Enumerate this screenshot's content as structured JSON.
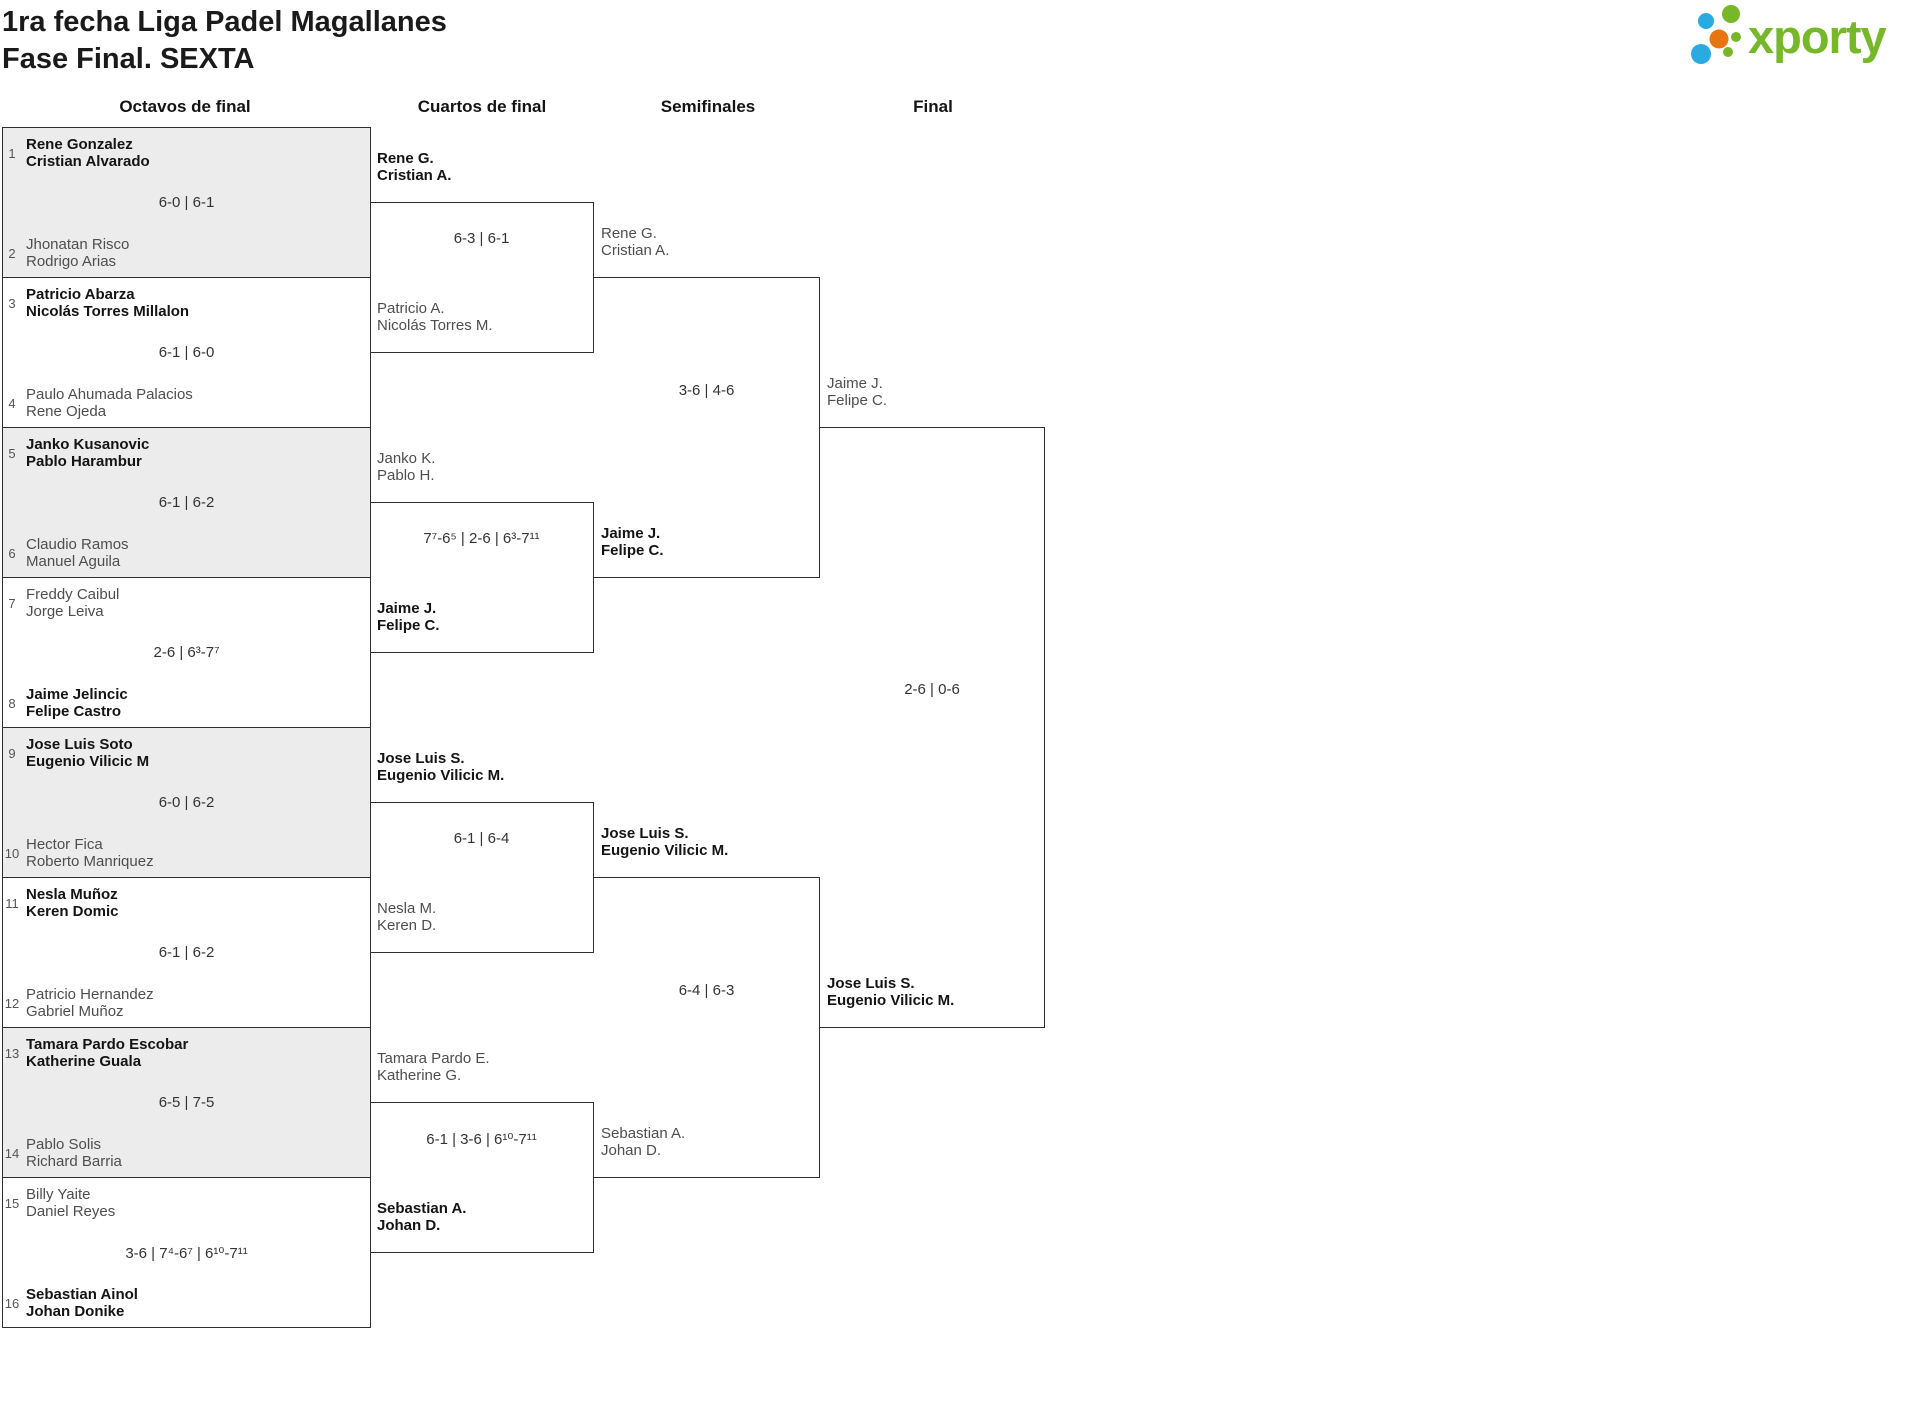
{
  "title": {
    "line1": "1ra fecha Liga Padel Magallanes",
    "line2": "Fase Final. SEXTA"
  },
  "logo": {
    "text": "xporty",
    "colors": {
      "green": "#76b82a",
      "blue": "#29abe2",
      "orange": "#e87511"
    }
  },
  "round_headers": [
    "Octavos de final",
    "Cuartos de final",
    "Semifinales",
    "Final"
  ],
  "octavos": [
    {
      "seed_top": "1",
      "team_top": [
        "Rene Gonzalez",
        "Cristian Alvarado"
      ],
      "seed_bottom": "2",
      "team_bottom": [
        "Jhonatan Risco",
        "Rodrigo Arias"
      ],
      "score": "6-0 | 6-1",
      "winner": "top"
    },
    {
      "seed_top": "3",
      "team_top": [
        "Patricio Abarza",
        "Nicolás Torres Millalon"
      ],
      "seed_bottom": "4",
      "team_bottom": [
        "Paulo Ahumada Palacios",
        "Rene Ojeda"
      ],
      "score": "6-1 | 6-0",
      "winner": "top"
    },
    {
      "seed_top": "5",
      "team_top": [
        "Janko Kusanovic",
        "Pablo Harambur"
      ],
      "seed_bottom": "6",
      "team_bottom": [
        "Claudio Ramos",
        "Manuel Aguila"
      ],
      "score": "6-1 | 6-2",
      "winner": "top"
    },
    {
      "seed_top": "7",
      "team_top": [
        "Freddy Caibul",
        "Jorge Leiva"
      ],
      "seed_bottom": "8",
      "team_bottom": [
        "Jaime Jelincic",
        "Felipe Castro"
      ],
      "score": "2-6 | 6³-7⁷",
      "winner": "bottom"
    },
    {
      "seed_top": "9",
      "team_top": [
        "Jose Luis Soto",
        "Eugenio Vilicic M"
      ],
      "seed_bottom": "10",
      "team_bottom": [
        "Hector Fica",
        "Roberto Manriquez"
      ],
      "score": "6-0 | 6-2",
      "winner": "top"
    },
    {
      "seed_top": "11",
      "team_top": [
        "Nesla Muñoz",
        "Keren Domic"
      ],
      "seed_bottom": "12",
      "team_bottom": [
        "Patricio Hernandez",
        "Gabriel Muñoz"
      ],
      "score": "6-1 | 6-2",
      "winner": "top"
    },
    {
      "seed_top": "13",
      "team_top": [
        "Tamara Pardo Escobar",
        "Katherine Guala"
      ],
      "seed_bottom": "14",
      "team_bottom": [
        "Pablo Solis",
        "Richard Barria"
      ],
      "score": "6-5 | 7-5",
      "winner": "top"
    },
    {
      "seed_top": "15",
      "team_top": [
        "Billy Yaite",
        "Daniel Reyes"
      ],
      "seed_bottom": "16",
      "team_bottom": [
        "Sebastian Ainol",
        "Johan Donike"
      ],
      "score": "3-6 | 7⁴-6⁷ | 6¹⁰-7¹¹",
      "winner": "bottom"
    }
  ],
  "cuartos": [
    {
      "team_top": [
        "Rene G.",
        "Cristian A."
      ],
      "team_bottom": [
        "Patricio A.",
        "Nicolás Torres M."
      ],
      "score": "6-3 | 6-1",
      "winner": "top"
    },
    {
      "team_top": [
        "Janko K.",
        "Pablo H."
      ],
      "team_bottom": [
        "Jaime J.",
        "Felipe C."
      ],
      "score": "7⁷-6⁵ | 2-6 | 6³-7¹¹",
      "winner": "bottom"
    },
    {
      "team_top": [
        "Jose Luis S.",
        "Eugenio Vilicic M."
      ],
      "team_bottom": [
        "Nesla M.",
        "Keren D."
      ],
      "score": "6-1 | 6-4",
      "winner": "top"
    },
    {
      "team_top": [
        "Tamara Pardo E.",
        "Katherine G."
      ],
      "team_bottom": [
        "Sebastian A.",
        "Johan D."
      ],
      "score": "6-1 | 3-6 | 6¹⁰-7¹¹",
      "winner": "bottom"
    }
  ],
  "semifinales": [
    {
      "team_top": [
        "Rene G.",
        "Cristian A."
      ],
      "team_bottom": [
        "Jaime J.",
        "Felipe C."
      ],
      "score": "3-6 | 4-6",
      "winner": "bottom"
    },
    {
      "team_top": [
        "Jose Luis S.",
        "Eugenio Vilicic M."
      ],
      "team_bottom": [
        "Sebastian A.",
        "Johan D."
      ],
      "score": "6-4 | 6-3",
      "winner": "top"
    }
  ],
  "final_match": {
    "team_top": [
      "Jaime J.",
      "Felipe C."
    ],
    "team_bottom": [
      "Jose Luis S.",
      "Eugenio Vilicic M."
    ],
    "score": "2-6 | 0-6",
    "winner": "bottom"
  }
}
